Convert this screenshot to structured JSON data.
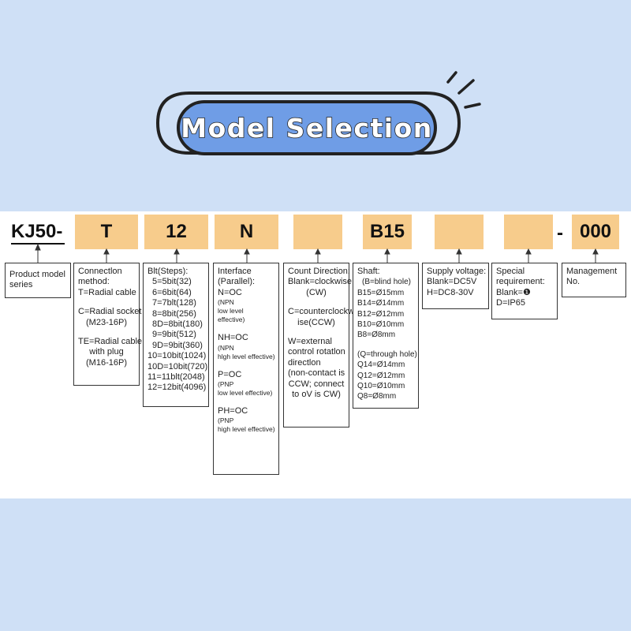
{
  "title": "Model Selection",
  "model_prefix": "KJ50-",
  "dash": "-",
  "code_boxes": [
    {
      "id": "connection",
      "value": "T"
    },
    {
      "id": "bits",
      "value": "12"
    },
    {
      "id": "interface",
      "value": "N"
    },
    {
      "id": "direction",
      "value": ""
    },
    {
      "id": "shaft",
      "value": "B15"
    },
    {
      "id": "voltage",
      "value": ""
    },
    {
      "id": "special",
      "value": ""
    },
    {
      "id": "management",
      "value": "000"
    }
  ],
  "descriptions": {
    "product_model": [
      "Product model",
      "series"
    ],
    "connection": [
      "Connectlon",
      "method:",
      "T=Radial cable",
      "",
      "C=Radial socket",
      "(M23-16P)",
      "",
      "TE=Radial cable",
      "with plug",
      "(M16-16P)"
    ],
    "bits": [
      "Blt(Steps):",
      "5=5bit(32)",
      "6=6bit(64)",
      "7=7blt(128)",
      "8=8bit(256)",
      "8D=8bit(180)",
      "9=9bit(512)",
      "9D=9bit(360)",
      "10=10bit(1024)",
      "10D=10bit(720)",
      "11=11blt(2048)",
      "12=12bit(4096)"
    ],
    "interface": {
      "header": [
        "Interface",
        "(Parallel):"
      ],
      "items": [
        {
          "code": "N=OC",
          "note": [
            "(NPN",
            "low level",
            "effective)"
          ]
        },
        {
          "code": "NH=OC",
          "note": [
            "(NPN",
            "hlgh level effective)"
          ]
        },
        {
          "code": "P=OC",
          "note": [
            "(PNP",
            "low level  effective)"
          ]
        },
        {
          "code": "PH=OC",
          "note": [
            "(PNP",
            "high level effective)"
          ]
        }
      ]
    },
    "direction": [
      "Count Direction:",
      "Blank=clockwise",
      "(CW)",
      "",
      "C=counterclockw",
      "ise(CCW)",
      "",
      "W=external",
      "control rotatlon",
      "directlon",
      "(non-contact is",
      "CCW; connect",
      "to oV is CW)"
    ],
    "shaft": [
      "Shaft:",
      "(B=blind hole)",
      "B15=Ø15mm",
      "B14=Ø14mm",
      "B12=Ø12mm",
      "B10=Ø10mm",
      "B8=Ø8mm",
      "",
      "(Q=through hole)",
      "Q14=Ø14mm",
      "Q12=Ø12mm",
      "Q10=Ø10mm",
      "Q8=Ø8mm"
    ],
    "voltage": [
      "Supply voltage:",
      "Blank=DC5V",
      "H=DC8-30V"
    ],
    "special": [
      "Special",
      "requirement:",
      "Blank=❶",
      "D=IP65"
    ],
    "management": [
      "Management",
      "No."
    ]
  },
  "colors": {
    "band": "#cfe0f6",
    "code_box": "#f7cc8c",
    "title_pill": "#6f9de6"
  }
}
